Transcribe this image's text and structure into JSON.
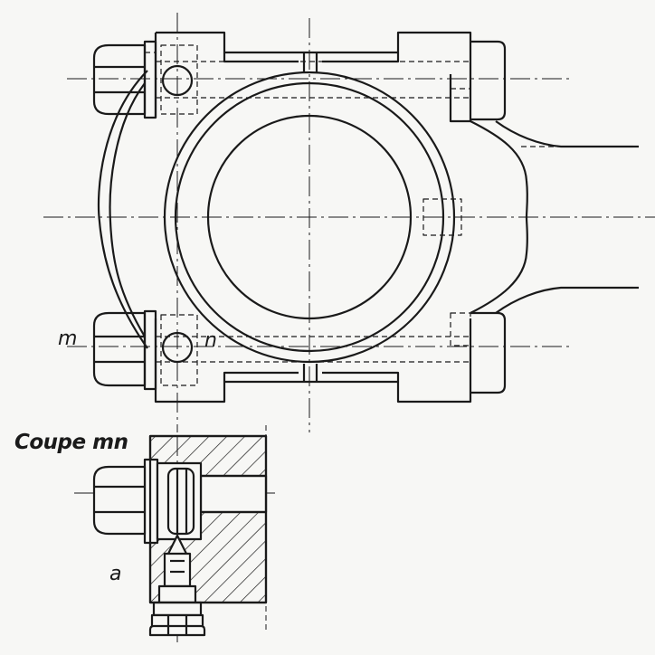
{
  "labels": {
    "m": "m",
    "n": "n",
    "section_title": "Coupe mn",
    "a": "a"
  },
  "colors": {
    "ink": "#1a1a1a",
    "paper": "#f7f7f5"
  }
}
